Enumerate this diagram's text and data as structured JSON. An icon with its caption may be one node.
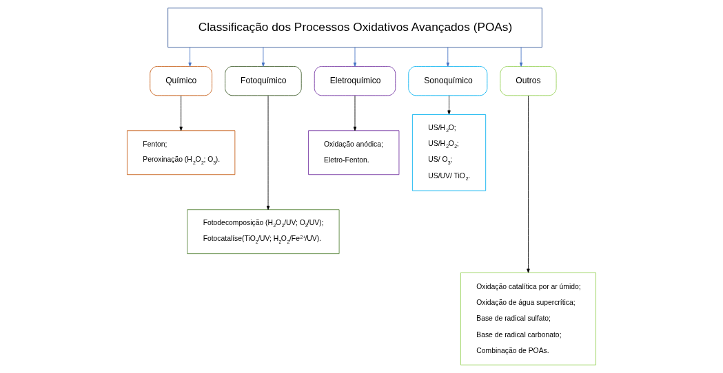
{
  "diagram": {
    "nodes": [
      {
        "text": [
          "Classificação dos Processos Oxidativos Avançados (POAs)"
        ]
      },
      {
        "text": [
          "Químico"
        ]
      },
      {
        "text": [
          "Fotoquímico"
        ]
      },
      {
        "text": [
          "Eletroquímico"
        ]
      },
      {
        "text": [
          "Sonoquímico"
        ]
      },
      {
        "text": [
          "Outros"
        ]
      },
      {
        "text": [
          "Fenton;",
          "Peroxinação (H$_{2}$O$_{2}$; O$_{3}$)."
        ]
      },
      {
        "text": [
          "Fotodecomposição (H$_{2}$O$_{2}$/UV; O$_{3}$/UV);",
          "Fotocatalíse(TiO$_{2}$/UV; H$_{2}$O$_{2}$/Fe$^{2+}$/UV)."
        ]
      },
      {
        "text": [
          "Oxidação anódica;",
          "Eletro-Fenton."
        ]
      },
      {
        "text": [
          "US/H$_{2}$O;",
          "US/H$_{2}$O$_{2}$;",
          "US/ O$_{3}$;",
          "US/UV/ TiO$_{2}$."
        ]
      },
      {
        "text": [
          "Oxidação catalítica por ar úmido;",
          "Oxidação de água supercrítica;",
          "Base de radical sulfato;",
          "Base de radical carbonato;",
          "Combinação de POAs."
        ]
      }
    ],
    "edges": [
      {
        "from": 0,
        "to": 1,
        "arrow": "to",
        "color": "#4472c4"
      },
      {
        "from": 0,
        "to": 2,
        "arrow": "to",
        "color": "#4472c4"
      },
      {
        "from": 0,
        "to": 3,
        "arrow": "to",
        "color": "#4472c4"
      },
      {
        "from": 0,
        "to": 4,
        "arrow": "to",
        "color": "#4472c4"
      },
      {
        "from": 0,
        "to": 5,
        "arrow": "to",
        "color": "#4472c4"
      },
      {
        "from": 1,
        "to": 6,
        "arrow": "to",
        "color": "#000000"
      },
      {
        "from": 2,
        "to": 7,
        "arrow": "to",
        "color": "#000000"
      },
      {
        "from": 3,
        "to": 8,
        "arrow": "to",
        "color": "#000000"
      },
      {
        "from": 4,
        "to": 9,
        "arrow": "to",
        "color": "#000000"
      },
      {
        "from": 5,
        "to": 10,
        "arrow": "to",
        "color": "#000000"
      }
    ]
  }
}
